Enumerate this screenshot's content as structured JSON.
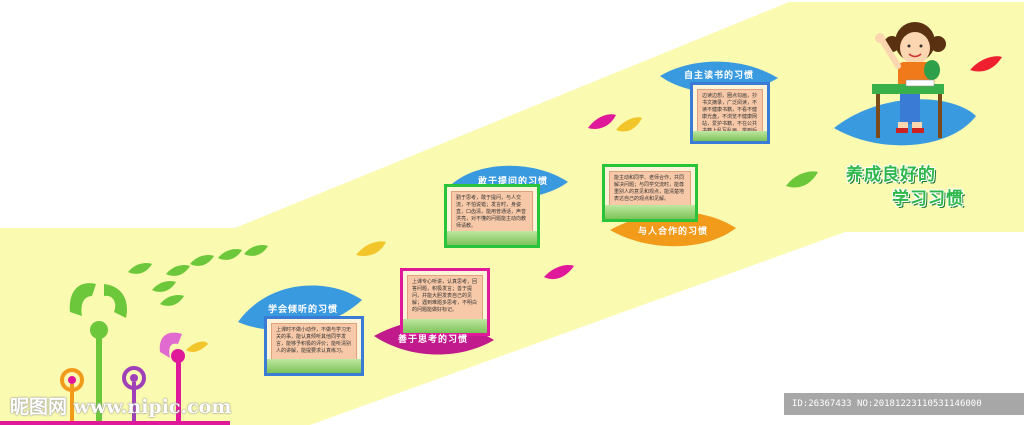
{
  "colors": {
    "background": "#ffffff",
    "stair_band": "#fafab0",
    "card_border_blue": "#3a7bd5",
    "card_border_green": "#29c43a",
    "card_border_pink": "#e0199a",
    "leaf_blue": "#3a9ae0",
    "leaf_magenta": "#c01a8c",
    "leaf_orange": "#f29a1a",
    "slogan_green": "#2fb84a"
  },
  "slogan": {
    "line1": "养成良好的",
    "line2": "学习习惯"
  },
  "habits": [
    {
      "title": "学会倾听的习惯",
      "text": "上课时不做小动作，不做与学习无关的事，能认真倾听其他同学发言，能够予积极的评价；能听清别人的讲解，能提要求认真练习。"
    },
    {
      "title": "善于思考的习惯",
      "text": "上课专心听讲，认真思考，回答问题，积极发言；善于提问，并能大胆发表自己的见解；遇到难题多思考，不明白的问题能做好标记。"
    },
    {
      "title": "敢于提问的习惯",
      "text": "勤于思考，敢于提问，与人交流，不怕说错；发言时，身姿直，口齿清，能用普通话，声音洪亮，对不懂的问题能主动向教师请教。"
    },
    {
      "title": "与人合作的习惯",
      "text": "能主动和同学、老师合作，共同解决问题；与同学交流时，能尊重别人的意见和观点，能清楚地表达自己的观点和见解。"
    },
    {
      "title": "自主读书的习惯",
      "text": "边读边想，圈点勾画，抄书文摘录，广泛阅读，不读不健康书籍，不看不健康光盘，不浏览不健康网站，爱护书籍，不在公共书籍上乱写乱画，学到后能说出读后感，能写读书笔记，注重知识的积累。"
    }
  ],
  "watermark": {
    "site": "昵图网 www.nipic.com",
    "id_line": "ID:26367433 NO:20181223110531146000"
  }
}
